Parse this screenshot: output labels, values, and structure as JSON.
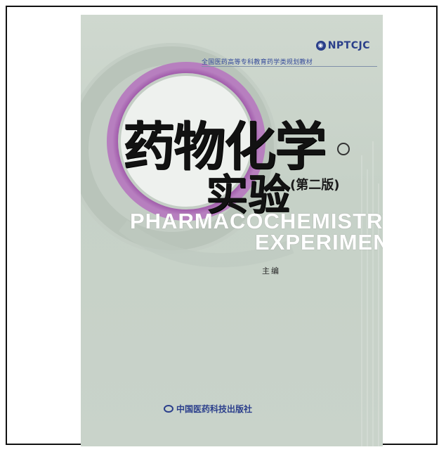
{
  "cover": {
    "logo_text": "NPTCJC",
    "series_text": "全国医药高等专科教育药学类规划教材",
    "title_main": "药物化学",
    "title_sub": "实验",
    "edition": "(第二版)",
    "english_line1": "PHARMACOCHEMISTRY",
    "english_line2": "EXPERIMENT",
    "author": "主编",
    "publisher": "中国医药科技出版社"
  },
  "colors": {
    "ring_purple": "#7a2f86",
    "cover_bg": "#cbd5cc",
    "ink_blue": "#2a3f8a"
  }
}
